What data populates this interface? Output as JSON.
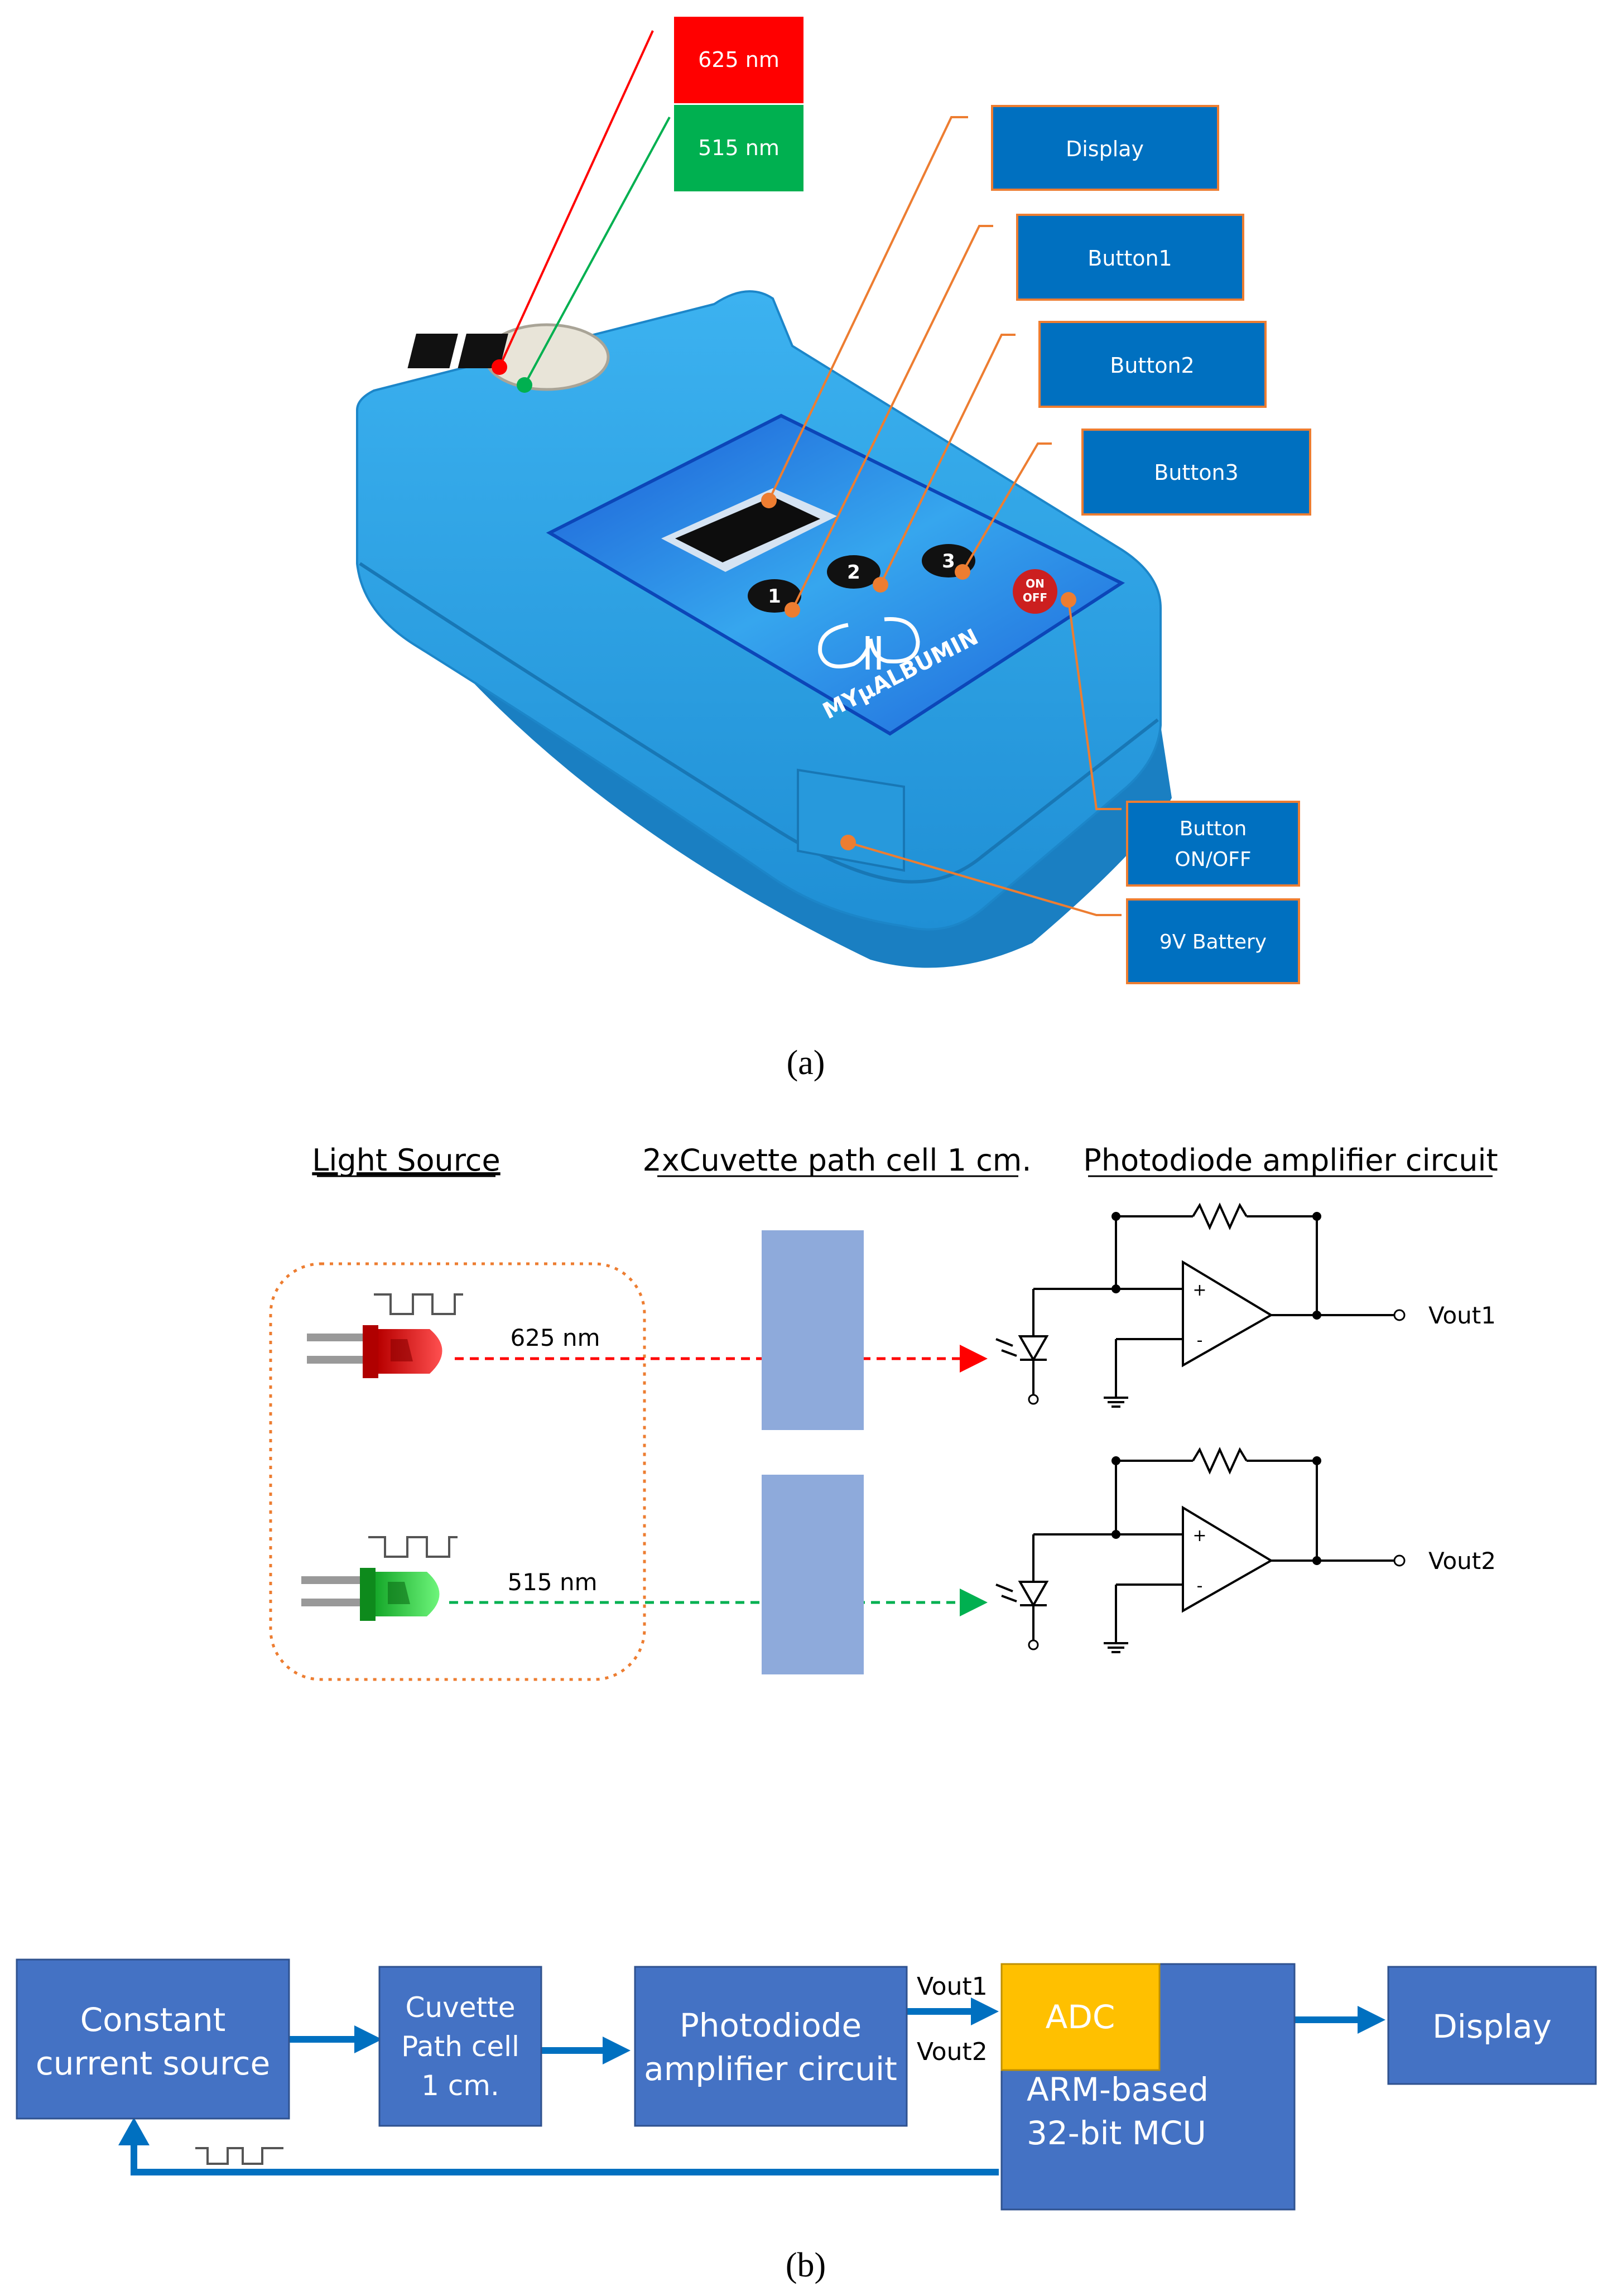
{
  "panel_a": {
    "caption": "(a)",
    "wavelength_625": "625 nm",
    "wavelength_515": "515 nm",
    "display_label": "Display",
    "button1_label": "Button1",
    "button2_label": "Button2",
    "button3_label": "Button3",
    "onoff_label_line1": "Button",
    "onoff_label_line2": "ON/OFF",
    "battery_label": "9V Battery",
    "device": {
      "key1": "1",
      "key2": "2",
      "key3": "3",
      "onoff_on": "ON",
      "onoff_off": "OFF",
      "brand": "MYµALBUMIN"
    },
    "colors": {
      "device_body": "#2a9fe0",
      "red_label": "#ff0000",
      "green_label": "#00b050",
      "callout_box": "#0070c0",
      "leader": "#ed7d31"
    }
  },
  "panel_b": {
    "caption": "(b)",
    "heading_light_source": "Light Source",
    "heading_cuvette": "2xCuvette path cell 1 cm.",
    "heading_photodiode": "Photodiode amplifier circuit",
    "red_nm": "625 nm",
    "green_nm": "515 nm",
    "vout1": "Vout1",
    "vout2": "Vout2",
    "plus": "+",
    "minus": "-",
    "colors": {
      "cuvette": "#8eaadb",
      "red_led": "#e31a1a",
      "green_led": "#2ecc40",
      "source_border": "#ed7d31"
    }
  },
  "block": {
    "constant_line1": "Constant",
    "constant_line2": "current source",
    "cuvette_line1": "Cuvette",
    "cuvette_line2": "Path cell",
    "cuvette_line3": "1 cm.",
    "photodiode_line1": "Photodiode",
    "photodiode_line2": "amplifier circuit",
    "vout1": "Vout1",
    "vout2": "Vout2",
    "adc": "ADC",
    "mcu_line1": "ARM-based",
    "mcu_line2": "32-bit MCU",
    "display": "Display",
    "colors": {
      "box": "#4472c4",
      "adc": "#ffc000",
      "arrow": "#0070c0"
    }
  }
}
